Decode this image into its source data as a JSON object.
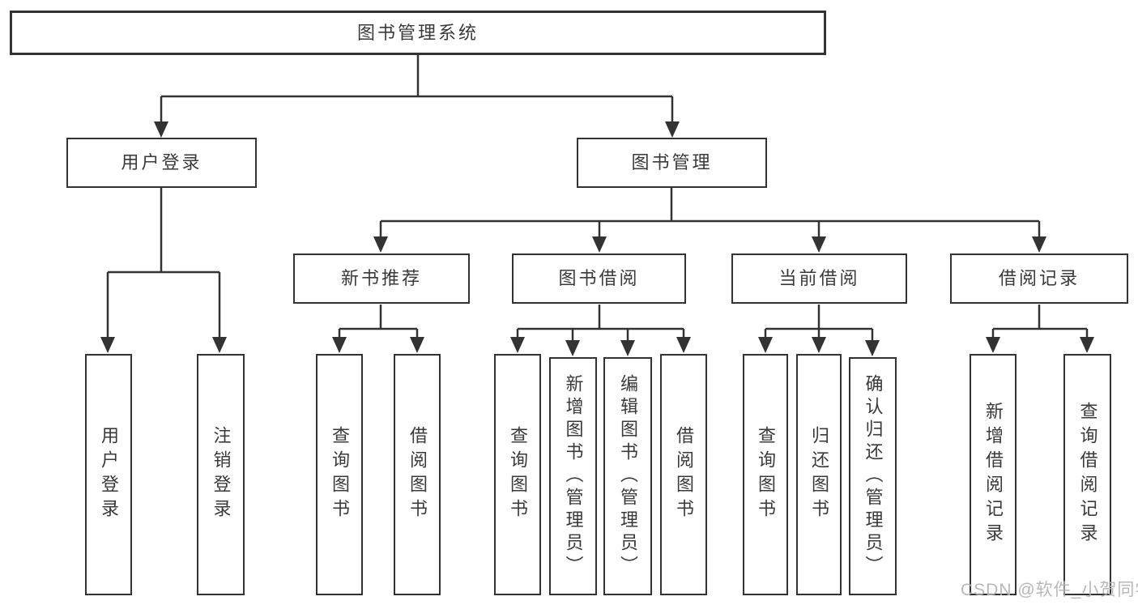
{
  "tree": {
    "root_label": "图书管理系统",
    "user_login": {
      "label": "用户登录",
      "children": [
        "用户登录",
        "注销登录"
      ]
    },
    "book_mgmt": {
      "label": "图书管理",
      "groups": [
        {
          "label": "新书推荐",
          "children": [
            "查询图书",
            "借阅图书"
          ]
        },
        {
          "label": "图书借阅",
          "children": [
            "查询图书",
            "新增图书（管理员）",
            "编辑图书（管理员）",
            "借阅图书"
          ]
        },
        {
          "label": "当前借阅",
          "children": [
            "查询图书",
            "归还图书",
            "确认归还（管理员）"
          ]
        },
        {
          "label": "借阅记录",
          "children": [
            "新增借阅记录",
            "查询借阅记录"
          ]
        }
      ]
    }
  },
  "watermark": "CSDN @软件_小贺同学",
  "colors": {
    "line": "#333333",
    "text": "#3a3a3a",
    "background": "#ffffff",
    "watermark": "#b3b3b3"
  }
}
